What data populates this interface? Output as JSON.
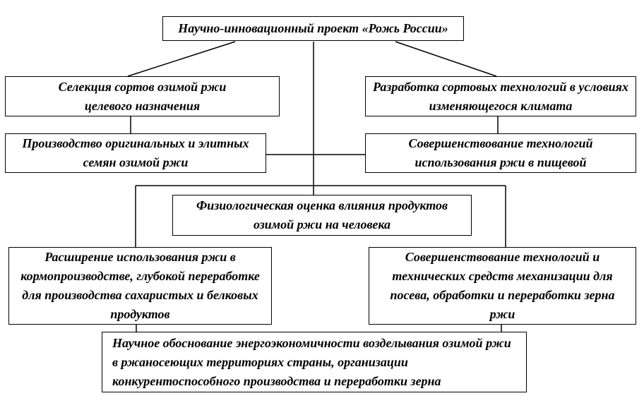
{
  "diagram": {
    "title": "Научно-инновационный проект «Рожь России»",
    "nodes": {
      "selection": "Селекция сортов озимой ржи целевого назначения",
      "tech_development": "Разработка сортовых технологий в условиях изменяющегося климата",
      "seed_production": "Производство оригинальных и элитных семян озимой ржи",
      "food_tech": "Совершенствование технологий использования ржи в пищевой",
      "physiological": "Физиологическая оценка влияния продуктов озимой ржи на человека",
      "feed_use": "Расширение использования ржи в кормопроизводстве, глубокой переработке для производства сахаристых и белковых продуктов",
      "mechanization": "Совершенствование технологий и технических средств механизации для посева, обработки и переработки зерна ржи",
      "scientific_basis": "Научное обоснование энергоэкономичности возделывания озимой ржи в ржаносеющих территориях страны, организации конкурентоспособного производства и переработки зерна"
    },
    "colors": {
      "line": "#000000",
      "box_border": "#000000",
      "background": "#ffffff",
      "text": "#000000"
    }
  }
}
